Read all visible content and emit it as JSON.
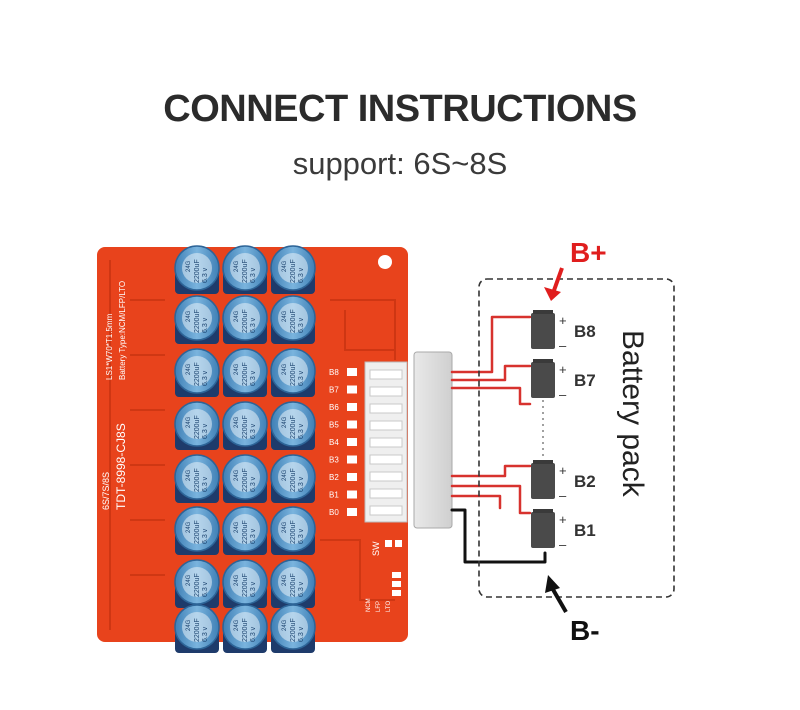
{
  "title": "CONNECT INSTRUCTIONS",
  "subtitle": "support: 6S~8S",
  "board": {
    "model": "TDT-8998-CJ8S",
    "series_note": "6S/7S/8S",
    "battery_type": "Battery Type:NCM/LFP/LTO",
    "lsr_note": "LS1*W70*T1.5mm",
    "pins": [
      "B8",
      "B7",
      "B6",
      "B5",
      "B4",
      "B3",
      "B2",
      "B1",
      "B0"
    ],
    "sw_label": "SW",
    "led_labels": [
      "NCM",
      "LFP",
      "LTO"
    ],
    "capacitor": {
      "brand": "24G",
      "capacitance": "2200uF",
      "voltage": "6.3 v"
    }
  },
  "battery_pack": {
    "label": "Battery pack",
    "cells": [
      "B8",
      "B7",
      "B2",
      "B1"
    ],
    "plus": "+",
    "minus": "–"
  },
  "markers": {
    "positive": "B+",
    "negative": "B-"
  },
  "colors": {
    "pcb": "#e8431c",
    "capacitor": "#5b98c6",
    "arrow_red": "#e01e1e",
    "wire_red": "#d7322e"
  }
}
